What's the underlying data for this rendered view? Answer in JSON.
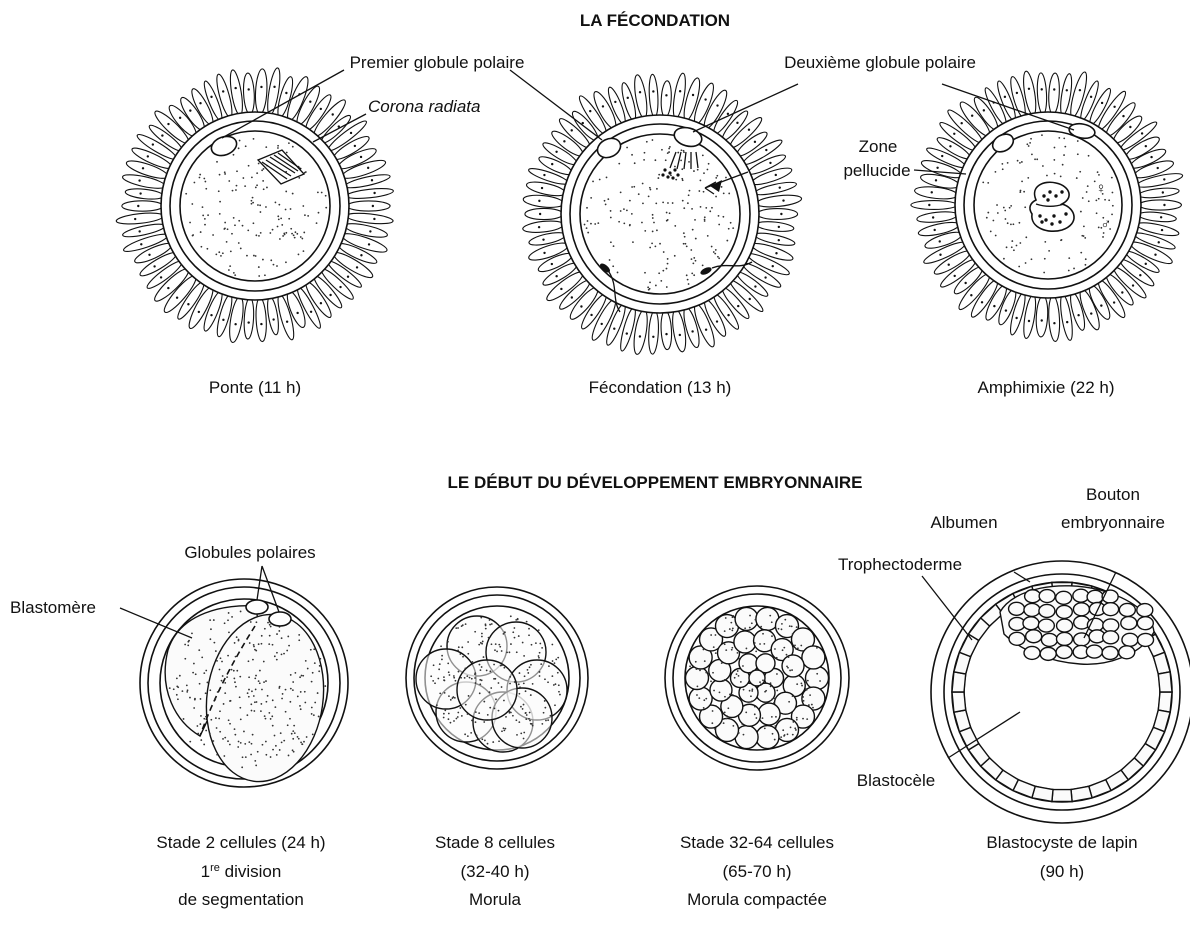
{
  "section1": {
    "title": "LA FÉCONDATION",
    "labels": {
      "premier_globule": "Premier globule polaire",
      "corona": "Corona radiata",
      "deuxieme_globule": "Deuxième globule polaire",
      "zone_line1": "Zone",
      "zone_line2": "pellucide"
    },
    "captions": {
      "ponte": "Ponte (11 h)",
      "fecondation": "Fécondation (13 h)",
      "amphimixie": "Amphimixie (22 h)"
    },
    "symbols": {
      "female": "♀",
      "male": "♂"
    }
  },
  "section2": {
    "title": "LE DÉBUT DU DÉVELOPPEMENT EMBRYONNAIRE",
    "labels": {
      "globules_polaires": "Globules polaires",
      "blastomere": "Blastomère",
      "albumen": "Albumen",
      "bouton_line1": "Bouton",
      "bouton_line2": "embryonnaire",
      "trophectoderme": "Trophectoderme",
      "blastocele": "Blastocèle"
    },
    "captions": {
      "stade2": {
        "l1": "Stade 2 cellules (24 h)",
        "l2_num": "1",
        "l2_sup": "re",
        "l2_rest": " division",
        "l3": "de segmentation"
      },
      "stade8": {
        "l1": "Stade 8 cellules",
        "l2": "(32-40 h)",
        "l3": "Morula"
      },
      "stade32": {
        "l1": "Stade 32-64 cellules",
        "l2": "(65-70 h)",
        "l3": "Morula compactée"
      },
      "blasto": {
        "l1": "Blastocyste de lapin",
        "l2": "(90 h)"
      }
    }
  }
}
